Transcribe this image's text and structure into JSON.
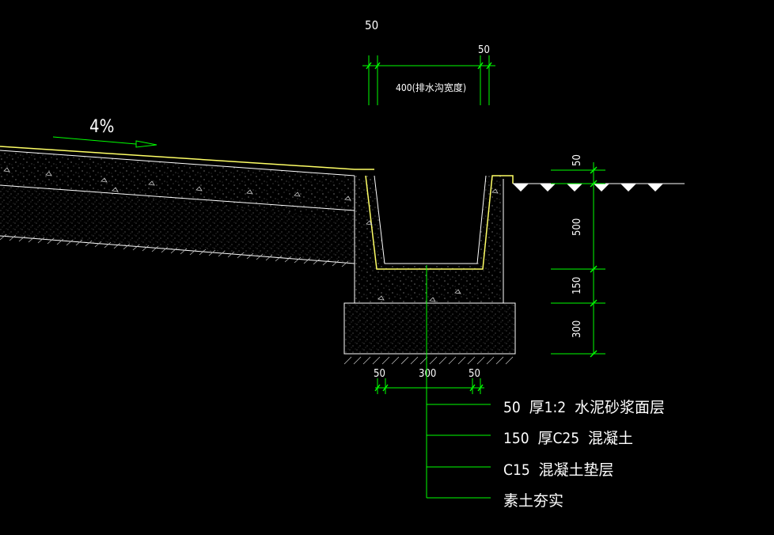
{
  "slope": {
    "label": "4%",
    "arrow_color": "#00ff00"
  },
  "dimensions": {
    "top_left": "50",
    "top_right": "50",
    "channel_width": "400(排水沟宽度)",
    "right_50": "50",
    "right_500": "500",
    "right_150": "150",
    "right_300": "300",
    "bottom_left": "50",
    "bottom_middle": "300",
    "bottom_right": "50"
  },
  "layers": [
    "50  厚1:2  水泥砂浆面层",
    "150  厚C25  混凝土",
    "C15  混凝土垫层",
    "素土夯实"
  ],
  "colors": {
    "background": "#000000",
    "dimension_line": "#00ff00",
    "surface_line": "#ffff66",
    "outline": "#ffffff",
    "text": "#ffffff"
  }
}
